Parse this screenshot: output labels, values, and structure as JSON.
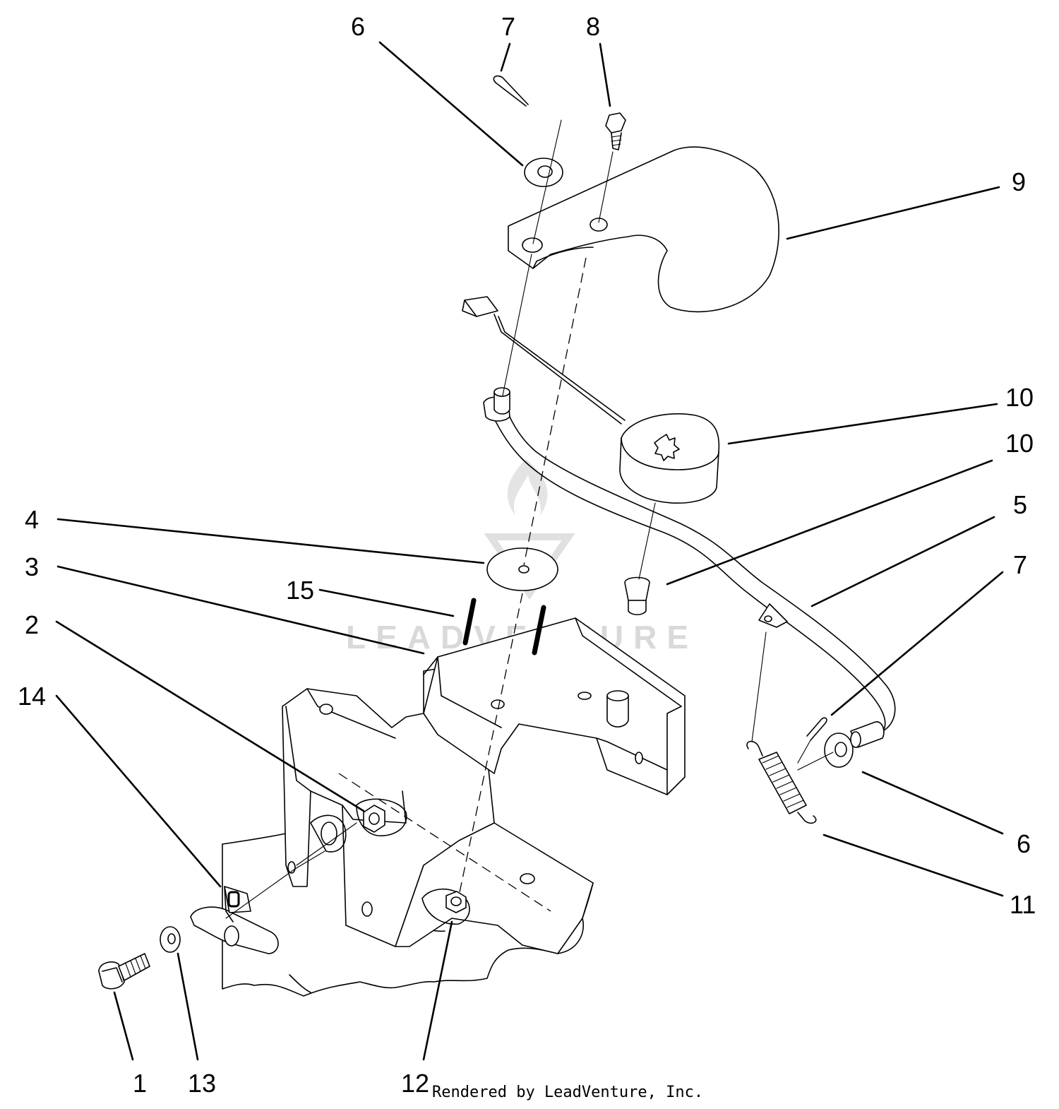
{
  "diagram": {
    "callouts": [
      "6",
      "7",
      "8",
      "9",
      "10",
      "10",
      "5",
      "7",
      "6",
      "11",
      "4",
      "3",
      "15",
      "2",
      "14",
      "1",
      "13",
      "12"
    ],
    "watermark": "LEADVENTURE",
    "credit": "Rendered by LeadVenture, Inc."
  }
}
